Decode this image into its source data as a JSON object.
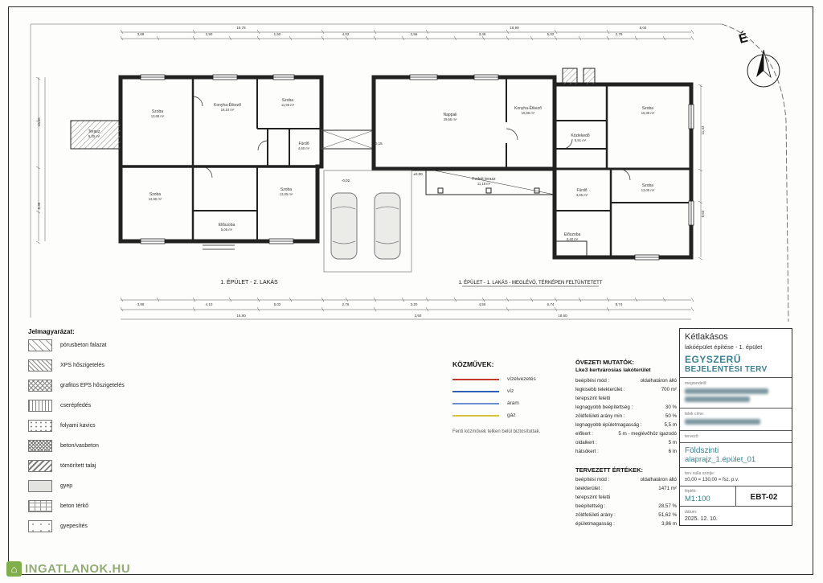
{
  "page": {
    "north": "É"
  },
  "plan": {
    "caption_left": "1. ÉPÜLET - 2. LAKÁS",
    "caption_right": "1. ÉPÜLET - 1. LAKÁS - MEGLÉVŐ, TÉRKÉPEN FELTÜNTETETT",
    "elevations": [
      "±0,00",
      "+0,15",
      "-0,02"
    ],
    "rooms": [
      {
        "name": "Szoba",
        "area": "13,68 m²"
      },
      {
        "name": "Konyha-Étkező",
        "area": "16,10 m²"
      },
      {
        "name": "Szoba",
        "area": "11,95 m²"
      },
      {
        "name": "Fürdő",
        "area": "4,60 m²"
      },
      {
        "name": "Terasz",
        "area": "9,30 m²"
      },
      {
        "name": "Szoba",
        "area": "12,90 m²"
      },
      {
        "name": "Szoba",
        "area": "13,05 m²"
      },
      {
        "name": "Előszoba",
        "area": "5,06 m²"
      },
      {
        "name": "Nappali",
        "area": "29,55 m²"
      },
      {
        "name": "Konyha-Étkező",
        "area": "15,86 m²"
      },
      {
        "name": "Fedett terasz",
        "area": "11,18 m²"
      },
      {
        "name": "Szoba",
        "area": "15,39 m²"
      },
      {
        "name": "Szoba",
        "area": "13,05 m²"
      },
      {
        "name": "Fürdő",
        "area": "4,65 m²"
      },
      {
        "name": "Közlekedő",
        "area": "5,91 m²"
      },
      {
        "name": "Előszoba",
        "area": "3,40 m²"
      }
    ],
    "dims": {
      "top1": [
        "16,78",
        "18,90",
        "8,02"
      ],
      "top2": [
        "3,68",
        "2,90",
        "1,50",
        "4,02",
        "2,56",
        "3,48",
        "5,02",
        "2,76"
      ],
      "bottom1": [
        "3,98",
        "4,10",
        "5,02",
        "2,76",
        "3,20",
        "4,55",
        "6,74",
        "8,74"
      ],
      "bottom2": [
        "16,90",
        "2,50",
        "18,60"
      ],
      "left": [
        "12,45",
        "8,36"
      ],
      "right": [
        "11,43",
        "8,63"
      ]
    }
  },
  "legend": {
    "title": "Jelmagyarázat:",
    "items": [
      {
        "label": "pórusbeton falazat"
      },
      {
        "label": "XPS hőszigetelés"
      },
      {
        "label": "grafitos EPS hőszigetelés"
      },
      {
        "label": "cserépfedés"
      },
      {
        "label": "folyami kavics"
      },
      {
        "label": "beton/vasbeton"
      },
      {
        "label": "tömörített talaj"
      },
      {
        "label": "gyep"
      },
      {
        "label": "beton térkő"
      },
      {
        "label": "gyepesítés"
      }
    ]
  },
  "utilities": {
    "title": "KÖZMŰVEK:",
    "items": [
      {
        "label": "vízelvezetés",
        "color": "#c0392b"
      },
      {
        "label": "víz",
        "color": "#2e5fb7"
      },
      {
        "label": "áram",
        "color": "#6b8fd4"
      },
      {
        "label": "gáz",
        "color": "#d8c23c"
      }
    ],
    "note": "Fenti közművek telken belül biztosítottak."
  },
  "zoning": {
    "title": "ÖVEZETI MUTATÓK:",
    "subtitle": "Lke3 kertvárosias lakóterület",
    "rows": [
      {
        "label": "beépítési mód :",
        "value": "oldalhatáron álló"
      },
      {
        "label": "legkisebb telekterület :",
        "value": "700 m²"
      },
      {
        "label": "terepszint feletti",
        "value": ""
      },
      {
        "label": "legnagyobb beépítettség :",
        "value": "30 %"
      },
      {
        "label": "zöldfelületi arány min :",
        "value": "50 %"
      },
      {
        "label": "legnagyobb épületmagasság :",
        "value": "5,5 m"
      },
      {
        "label": "előkert :",
        "value": "5 m - meglévőhöz igazodó"
      },
      {
        "label": "oldalkert :",
        "value": "5 m"
      },
      {
        "label": "hátsókert :",
        "value": "6 m"
      }
    ]
  },
  "planned": {
    "title": "TERVEZETT ÉRTÉKEK:",
    "rows": [
      {
        "label": "beépítési mód :",
        "value": "oldalhatáron álló"
      },
      {
        "label": "telekterület :",
        "value": "1471 m²"
      },
      {
        "label": "terepszint feletti",
        "value": ""
      },
      {
        "label": "beépítettség :",
        "value": "28,57 %"
      },
      {
        "label": "zöldfelületi arány :",
        "value": "51,62 %"
      },
      {
        "label": "épületmagasság :",
        "value": "3,86 m"
      }
    ]
  },
  "titleblock": {
    "project_line1": "Kétlakásos",
    "project_line2": "lakóépület építése - 1. épület",
    "plan_type_line1": "EGYSZERŰ",
    "plan_type_line2": "BEJELENTÉSI TERV",
    "client_label": "megrendelő:",
    "address_label": "telek címe:",
    "designer_label": "tervező:",
    "drawing_title_line1": "Földszinti",
    "drawing_title_line2": "alaprajz_1.épület_01",
    "level_label": "terv nulla szintje:",
    "level_value": "±0,00 = 130,00 = fsz. p.v.",
    "scale_label": "lépték:",
    "scale_value": "M1:100",
    "sheet_number": "EBT-02",
    "date_label": "dátum:",
    "date_value": "2025. 12. 10."
  },
  "watermark": {
    "text": "INGATLANOK.HU"
  },
  "accent": {
    "teal": "#3b7f8e",
    "green": "#7fae4a"
  }
}
